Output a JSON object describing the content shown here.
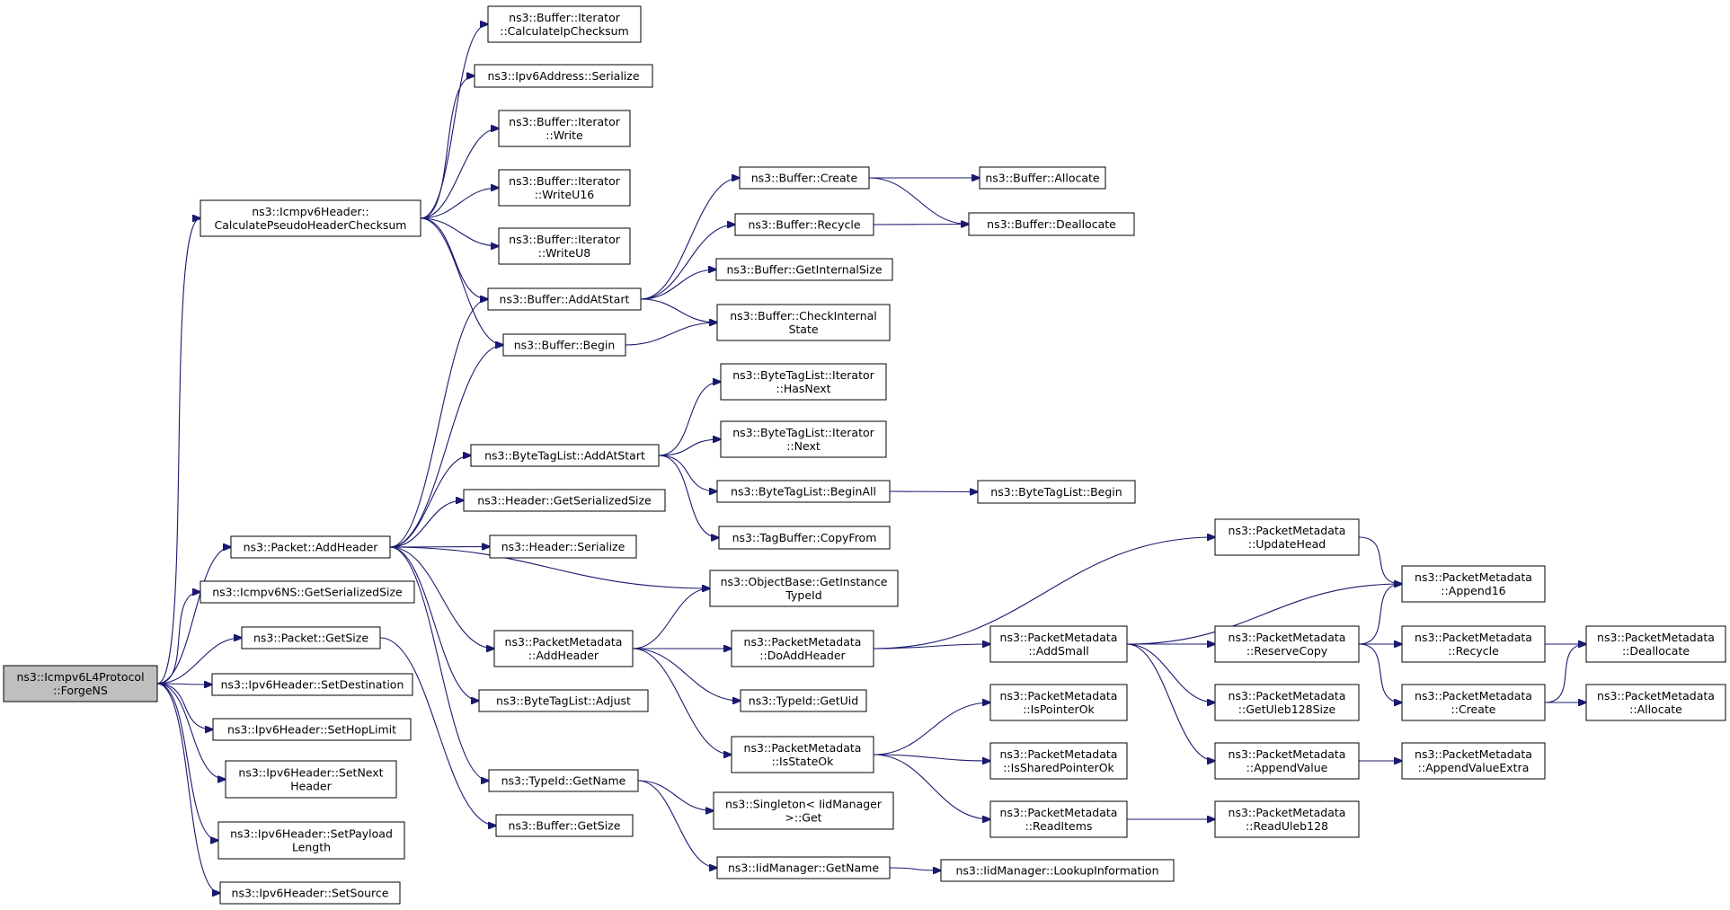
{
  "graph": {
    "nodes": [
      {
        "id": "forge_ns",
        "lines": [
          "ns3::Icmpv6L4Protocol",
          "::ForgeNS"
        ],
        "root": true
      },
      {
        "id": "calc_pseudo",
        "lines": [
          "ns3::Icmpv6Header::",
          "CalculatePseudoHeaderChecksum"
        ]
      },
      {
        "id": "iter_calc_ip",
        "lines": [
          "ns3::Buffer::Iterator",
          "::CalculateIpChecksum"
        ]
      },
      {
        "id": "ipv6addr_ser",
        "lines": [
          "ns3::Ipv6Address::Serialize"
        ]
      },
      {
        "id": "iter_write",
        "lines": [
          "ns3::Buffer::Iterator",
          "::Write"
        ]
      },
      {
        "id": "iter_writeu16",
        "lines": [
          "ns3::Buffer::Iterator",
          "::WriteU16"
        ]
      },
      {
        "id": "iter_writeu8",
        "lines": [
          "ns3::Buffer::Iterator",
          "::WriteU8"
        ]
      },
      {
        "id": "buf_addatstart",
        "lines": [
          "ns3::Buffer::AddAtStart"
        ]
      },
      {
        "id": "buf_begin",
        "lines": [
          "ns3::Buffer::Begin"
        ]
      },
      {
        "id": "buf_create",
        "lines": [
          "ns3::Buffer::Create"
        ]
      },
      {
        "id": "buf_allocate",
        "lines": [
          "ns3::Buffer::Allocate"
        ]
      },
      {
        "id": "buf_recycle",
        "lines": [
          "ns3::Buffer::Recycle"
        ]
      },
      {
        "id": "buf_deallocate",
        "lines": [
          "ns3::Buffer::Deallocate"
        ]
      },
      {
        "id": "buf_getinternal",
        "lines": [
          "ns3::Buffer::GetInternalSize"
        ]
      },
      {
        "id": "buf_checkinternal",
        "lines": [
          "ns3::Buffer::CheckInternal",
          "State"
        ]
      },
      {
        "id": "btl_iter_hasnext",
        "lines": [
          "ns3::ByteTagList::Iterator",
          "::HasNext"
        ]
      },
      {
        "id": "btl_addatstart",
        "lines": [
          "ns3::ByteTagList::AddAtStart"
        ]
      },
      {
        "id": "btl_iter_next",
        "lines": [
          "ns3::ByteTagList::Iterator",
          "::Next"
        ]
      },
      {
        "id": "btl_beginall",
        "lines": [
          "ns3::ByteTagList::BeginAll"
        ]
      },
      {
        "id": "btl_begin",
        "lines": [
          "ns3::ByteTagList::Begin"
        ]
      },
      {
        "id": "hdr_getser",
        "lines": [
          "ns3::Header::GetSerializedSize"
        ]
      },
      {
        "id": "pkt_addheader",
        "lines": [
          "ns3::Packet::AddHeader"
        ]
      },
      {
        "id": "hdr_ser",
        "lines": [
          "ns3::Header::Serialize"
        ]
      },
      {
        "id": "tagbuf_copy",
        "lines": [
          "ns3::TagBuffer::CopyFrom"
        ]
      },
      {
        "id": "icmpns_getser",
        "lines": [
          "ns3::Icmpv6NS::GetSerializedSize"
        ]
      },
      {
        "id": "objbase_gettid",
        "lines": [
          "ns3::ObjectBase::GetInstance",
          "TypeId"
        ]
      },
      {
        "id": "pkt_getsize",
        "lines": [
          "ns3::Packet::GetSize"
        ]
      },
      {
        "id": "pm_addheader",
        "lines": [
          "ns3::PacketMetadata",
          "::AddHeader"
        ]
      },
      {
        "id": "pm_doaddheader",
        "lines": [
          "ns3::PacketMetadata",
          "::DoAddHeader"
        ]
      },
      {
        "id": "pm_updatehead",
        "lines": [
          "ns3::PacketMetadata",
          "::UpdateHead"
        ]
      },
      {
        "id": "pm_append16",
        "lines": [
          "ns3::PacketMetadata",
          "::Append16"
        ]
      },
      {
        "id": "pm_addsmall",
        "lines": [
          "ns3::PacketMetadata",
          "::AddSmall"
        ]
      },
      {
        "id": "pm_reservecopy",
        "lines": [
          "ns3::PacketMetadata",
          "::ReserveCopy"
        ]
      },
      {
        "id": "pm_recycle",
        "lines": [
          "ns3::PacketMetadata",
          "::Recycle"
        ]
      },
      {
        "id": "pm_deallocate",
        "lines": [
          "ns3::PacketMetadata",
          "::Deallocate"
        ]
      },
      {
        "id": "ipv6_setdest",
        "lines": [
          "ns3::Ipv6Header::SetDestination"
        ]
      },
      {
        "id": "btl_adjust",
        "lines": [
          "ns3::ByteTagList::Adjust"
        ]
      },
      {
        "id": "typeid_getuid",
        "lines": [
          "ns3::TypeId::GetUid"
        ]
      },
      {
        "id": "pm_ispointerok",
        "lines": [
          "ns3::PacketMetadata",
          "::IsPointerOk"
        ]
      },
      {
        "id": "pm_getuleb",
        "lines": [
          "ns3::PacketMetadata",
          "::GetUleb128Size"
        ]
      },
      {
        "id": "pm_create",
        "lines": [
          "ns3::PacketMetadata",
          "::Create"
        ]
      },
      {
        "id": "pm_allocate",
        "lines": [
          "ns3::PacketMetadata",
          "::Allocate"
        ]
      },
      {
        "id": "ipv6_sethop",
        "lines": [
          "ns3::Ipv6Header::SetHopLimit"
        ]
      },
      {
        "id": "pm_isstateok",
        "lines": [
          "ns3::PacketMetadata",
          "::IsStateOk"
        ]
      },
      {
        "id": "pm_issharedok",
        "lines": [
          "ns3::PacketMetadata",
          "::IsSharedPointerOk"
        ]
      },
      {
        "id": "pm_appendvalue",
        "lines": [
          "ns3::PacketMetadata",
          "::AppendValue"
        ]
      },
      {
        "id": "pm_appendvalextra",
        "lines": [
          "ns3::PacketMetadata",
          "::AppendValueExtra"
        ]
      },
      {
        "id": "ipv6_setnext",
        "lines": [
          "ns3::Ipv6Header::SetNext",
          "Header"
        ]
      },
      {
        "id": "typeid_getname",
        "lines": [
          "ns3::TypeId::GetName"
        ]
      },
      {
        "id": "buf_getsize",
        "lines": [
          "ns3::Buffer::GetSize"
        ]
      },
      {
        "id": "singleton_get",
        "lines": [
          "ns3::Singleton< IidManager",
          ">::Get"
        ]
      },
      {
        "id": "pm_readitems",
        "lines": [
          "ns3::PacketMetadata",
          "::ReadItems"
        ]
      },
      {
        "id": "pm_readuleb",
        "lines": [
          "ns3::PacketMetadata",
          "::ReadUleb128"
        ]
      },
      {
        "id": "ipv6_setpayload",
        "lines": [
          "ns3::Ipv6Header::SetPayload",
          "Length"
        ]
      },
      {
        "id": "iid_getname",
        "lines": [
          "ns3::IidManager::GetName"
        ]
      },
      {
        "id": "iid_lookup",
        "lines": [
          "ns3::IidManager::LookupInformation"
        ]
      },
      {
        "id": "ipv6_setsource",
        "lines": [
          "ns3::Ipv6Header::SetSource"
        ]
      }
    ],
    "edges": [
      [
        "forge_ns",
        "calc_pseudo"
      ],
      [
        "forge_ns",
        "pkt_addheader"
      ],
      [
        "forge_ns",
        "icmpns_getser"
      ],
      [
        "forge_ns",
        "pkt_getsize"
      ],
      [
        "forge_ns",
        "ipv6_setdest"
      ],
      [
        "forge_ns",
        "ipv6_sethop"
      ],
      [
        "forge_ns",
        "ipv6_setnext"
      ],
      [
        "forge_ns",
        "ipv6_setpayload"
      ],
      [
        "forge_ns",
        "ipv6_setsource"
      ],
      [
        "calc_pseudo",
        "iter_calc_ip"
      ],
      [
        "calc_pseudo",
        "ipv6addr_ser"
      ],
      [
        "calc_pseudo",
        "iter_write"
      ],
      [
        "calc_pseudo",
        "iter_writeu16"
      ],
      [
        "calc_pseudo",
        "iter_writeu8"
      ],
      [
        "calc_pseudo",
        "buf_addatstart"
      ],
      [
        "calc_pseudo",
        "buf_begin"
      ],
      [
        "buf_addatstart",
        "buf_create"
      ],
      [
        "buf_addatstart",
        "buf_recycle"
      ],
      [
        "buf_addatstart",
        "buf_getinternal"
      ],
      [
        "buf_addatstart",
        "buf_checkinternal"
      ],
      [
        "buf_begin",
        "buf_checkinternal"
      ],
      [
        "buf_create",
        "buf_allocate"
      ],
      [
        "buf_create",
        "buf_deallocate"
      ],
      [
        "buf_recycle",
        "buf_deallocate"
      ],
      [
        "pkt_addheader",
        "buf_addatstart"
      ],
      [
        "pkt_addheader",
        "buf_begin"
      ],
      [
        "pkt_addheader",
        "btl_addatstart"
      ],
      [
        "pkt_addheader",
        "hdr_getser"
      ],
      [
        "pkt_addheader",
        "hdr_ser"
      ],
      [
        "pkt_addheader",
        "objbase_gettid"
      ],
      [
        "pkt_addheader",
        "pm_addheader"
      ],
      [
        "pkt_addheader",
        "btl_adjust"
      ],
      [
        "pkt_addheader",
        "typeid_getname"
      ],
      [
        "btl_addatstart",
        "btl_iter_hasnext"
      ],
      [
        "btl_addatstart",
        "btl_iter_next"
      ],
      [
        "btl_addatstart",
        "btl_beginall"
      ],
      [
        "btl_addatstart",
        "tagbuf_copy"
      ],
      [
        "btl_beginall",
        "btl_begin"
      ],
      [
        "pkt_getsize",
        "buf_getsize"
      ],
      [
        "pm_addheader",
        "objbase_gettid"
      ],
      [
        "pm_addheader",
        "pm_doaddheader"
      ],
      [
        "pm_addheader",
        "typeid_getuid"
      ],
      [
        "pm_addheader",
        "pm_isstateok"
      ],
      [
        "pm_doaddheader",
        "pm_updatehead"
      ],
      [
        "pm_doaddheader",
        "pm_addsmall"
      ],
      [
        "pm_updatehead",
        "pm_append16"
      ],
      [
        "pm_addsmall",
        "pm_append16"
      ],
      [
        "pm_addsmall",
        "pm_reservecopy"
      ],
      [
        "pm_addsmall",
        "pm_getuleb"
      ],
      [
        "pm_addsmall",
        "pm_appendvalue"
      ],
      [
        "pm_reservecopy",
        "pm_append16"
      ],
      [
        "pm_reservecopy",
        "pm_recycle"
      ],
      [
        "pm_reservecopy",
        "pm_create"
      ],
      [
        "pm_recycle",
        "pm_deallocate"
      ],
      [
        "pm_create",
        "pm_deallocate"
      ],
      [
        "pm_create",
        "pm_allocate"
      ],
      [
        "pm_appendvalue",
        "pm_appendvalextra"
      ],
      [
        "pm_isstateok",
        "pm_ispointerok"
      ],
      [
        "pm_isstateok",
        "pm_issharedok"
      ],
      [
        "pm_isstateok",
        "pm_readitems"
      ],
      [
        "pm_readitems",
        "pm_readuleb"
      ],
      [
        "typeid_getname",
        "singleton_get"
      ],
      [
        "typeid_getname",
        "iid_getname"
      ],
      [
        "iid_getname",
        "iid_lookup"
      ]
    ]
  }
}
